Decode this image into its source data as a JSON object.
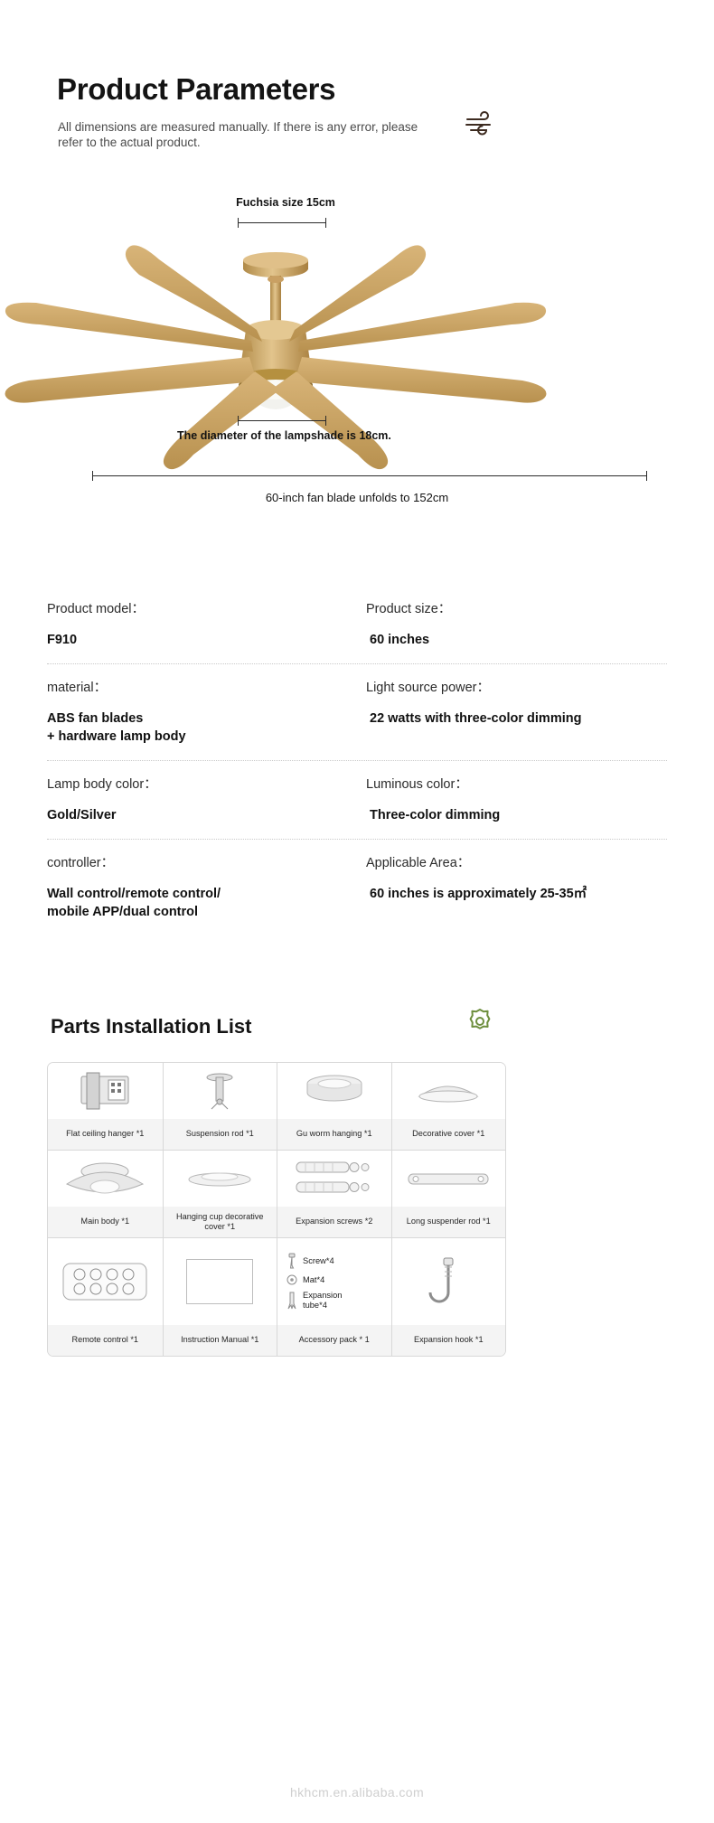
{
  "header": {
    "title": "Product Parameters",
    "subtitle": "All dimensions are measured manually. If there is any error, please refer to the actual product.",
    "icon": "wind-icon"
  },
  "diagram": {
    "top_label": "Fuchsia size 15cm",
    "shade_label": "The diameter of the\nlampshade is 18cm.",
    "width_label": "60-inch fan blade unfolds to 152cm",
    "blade_color": "#c9a063",
    "body_color": "#c9a063"
  },
  "specs": [
    {
      "left_key": "Product model：",
      "left_value": "F910",
      "right_key": "Product size：",
      "right_value": "60 inches"
    },
    {
      "left_key": "material：",
      "left_value": "ABS fan blades\n+ hardware lamp body",
      "right_key": "Light source power：",
      "right_value": "22 watts with three-color dimming"
    },
    {
      "left_key": "Lamp body color：",
      "left_value": "Gold/Silver",
      "right_key": "Luminous color：",
      "right_value": "Three-color dimming"
    },
    {
      "left_key": "controller：",
      "left_value": "Wall control/remote control/\nmobile APP/dual control",
      "right_key": "Applicable Area：",
      "right_value": "60 inches is approximately 25-35㎡"
    }
  ],
  "parts": {
    "title": "Parts Installation List",
    "icon": "gear-icon",
    "icon_color": "#6e8f3e",
    "rows": [
      [
        {
          "label": "Flat ceiling hanger *1",
          "icon": "flat-ceiling-hanger-icon"
        },
        {
          "label": "Suspension rod *1",
          "icon": "suspension-rod-icon"
        },
        {
          "label": "Gu worm hanging *1",
          "icon": "gu-worm-hanging-icon"
        },
        {
          "label": "Decorative cover *1",
          "icon": "decorative-cover-icon"
        }
      ],
      [
        {
          "label": "Main body *1",
          "icon": "main-body-icon"
        },
        {
          "label": "Hanging cup\ndecorative cover *1",
          "icon": "hanging-cup-cover-icon"
        },
        {
          "label": "Expansion screws *2",
          "icon": "expansion-screws-icon"
        },
        {
          "label": "Long suspender rod *1",
          "icon": "long-suspender-rod-icon"
        }
      ],
      [
        {
          "label": "Remote control *1",
          "icon": "remote-control-icon"
        },
        {
          "label": "Instruction Manual *1",
          "icon": "instruction-manual-icon"
        },
        {
          "label": "Accessory pack * 1",
          "icon": "accessory-pack-icon"
        },
        {
          "label": "Expansion hook *1",
          "icon": "expansion-hook-icon"
        }
      ]
    ],
    "accessory_items": [
      {
        "name": "Screw*4",
        "icon": "screw-icon"
      },
      {
        "name": "Mat*4",
        "icon": "mat-icon"
      },
      {
        "name": "Expansion\ntube*4",
        "icon": "expansion-tube-icon"
      }
    ]
  },
  "watermark": "hkhcm.en.alibaba.com"
}
